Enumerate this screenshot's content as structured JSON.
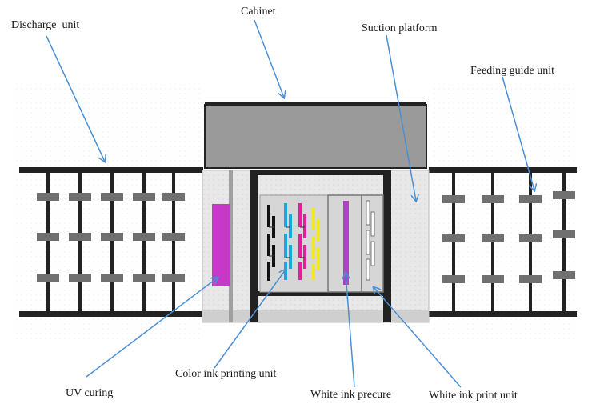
{
  "labels": {
    "discharge_unit": "Discharge  unit",
    "cabinet": "Cabinet",
    "suction_platform": "Suction platform",
    "feeding_guide_unit": "Feeding guide unit",
    "uv_curing": "UV curing",
    "color_ink_printing_unit": "Color ink printing unit",
    "white_ink_precure": "White ink precure",
    "white_ink_print_unit": "White ink print unit"
  },
  "colors": {
    "arrow": "#4a8fd6",
    "frame": "#222222",
    "cabinet_fill": "#9a9a9a",
    "clip": "#707070",
    "platform": "#dcdcdc",
    "uv_lamp": "#c838c8",
    "cyan": "#1aa8e0",
    "magenta": "#e0209a",
    "yellow": "#f2e81a",
    "black": "#111111",
    "white_head": "#ffffff",
    "precure_lamp": "#b040c8"
  },
  "color_heads": [
    "black",
    "cyan",
    "magenta",
    "yellow"
  ]
}
